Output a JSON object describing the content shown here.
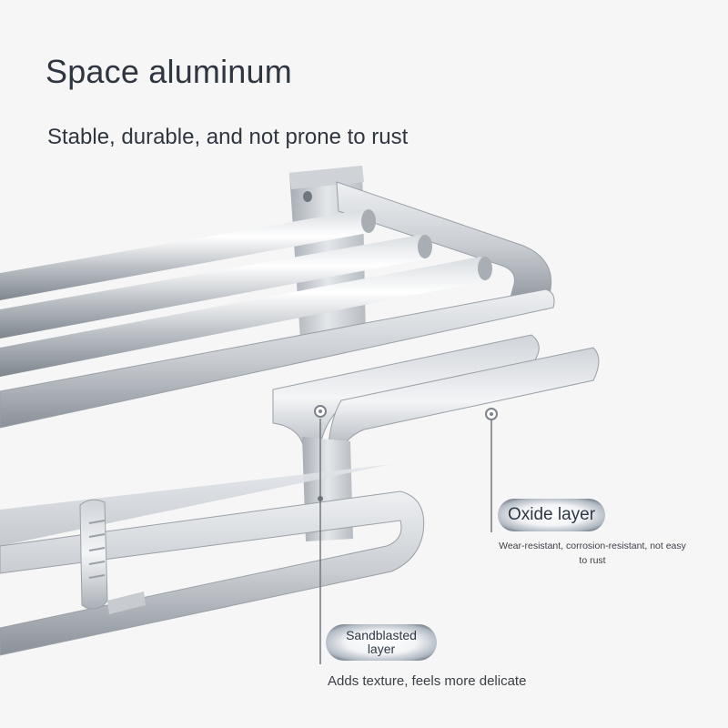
{
  "header": {
    "title": "Space aluminum",
    "subtitle": "Stable, durable, and not prone to rust"
  },
  "callouts": {
    "oxide": {
      "label": "Oxide layer",
      "description": "Wear-resistant, corrosion-resistant, not easy to rust"
    },
    "sandblasted": {
      "label": "Sandblasted layer",
      "description": "Adds texture, feels more delicate"
    }
  },
  "colors": {
    "background": "#f6f6f6",
    "text": "#2f3640",
    "aluminum_light": "#e9ecef",
    "aluminum_dark": "#8f969e",
    "leader_line": "#6b7079"
  }
}
